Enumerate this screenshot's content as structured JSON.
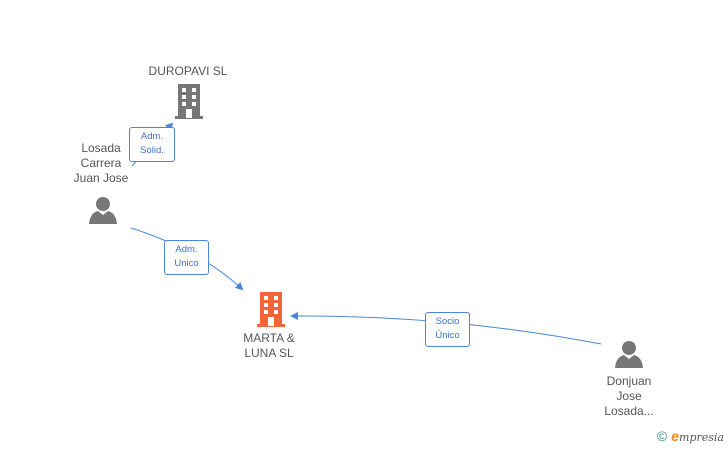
{
  "nodes": {
    "duropavi": {
      "name": "DUROPAVI SL",
      "type": "company"
    },
    "losada_carrera": {
      "name_lines": [
        "Losada",
        "Carrera",
        "Juan Jose"
      ],
      "type": "person"
    },
    "marta_luna": {
      "name_lines": [
        "MARTA &",
        "LUNA SL"
      ],
      "type": "company-focus"
    },
    "donjuan": {
      "name_lines": [
        "Donjuan",
        "Jose",
        "Losada..."
      ],
      "type": "person"
    }
  },
  "edges": {
    "adm_solid": {
      "lines": [
        "Adm.",
        "Solid."
      ]
    },
    "adm_unico": {
      "lines": [
        "Adm.",
        "Unico"
      ]
    },
    "socio_unico": {
      "lines": [
        "Socio",
        "Único"
      ]
    }
  },
  "colors": {
    "edge": "#4a86d6",
    "company_icon": "#777777",
    "focus_company_icon": "#f0653a",
    "person_icon": "#777777"
  },
  "footer": {
    "copyright_symbol": "©",
    "brand_initial": "e",
    "brand_rest": "mpresia"
  }
}
